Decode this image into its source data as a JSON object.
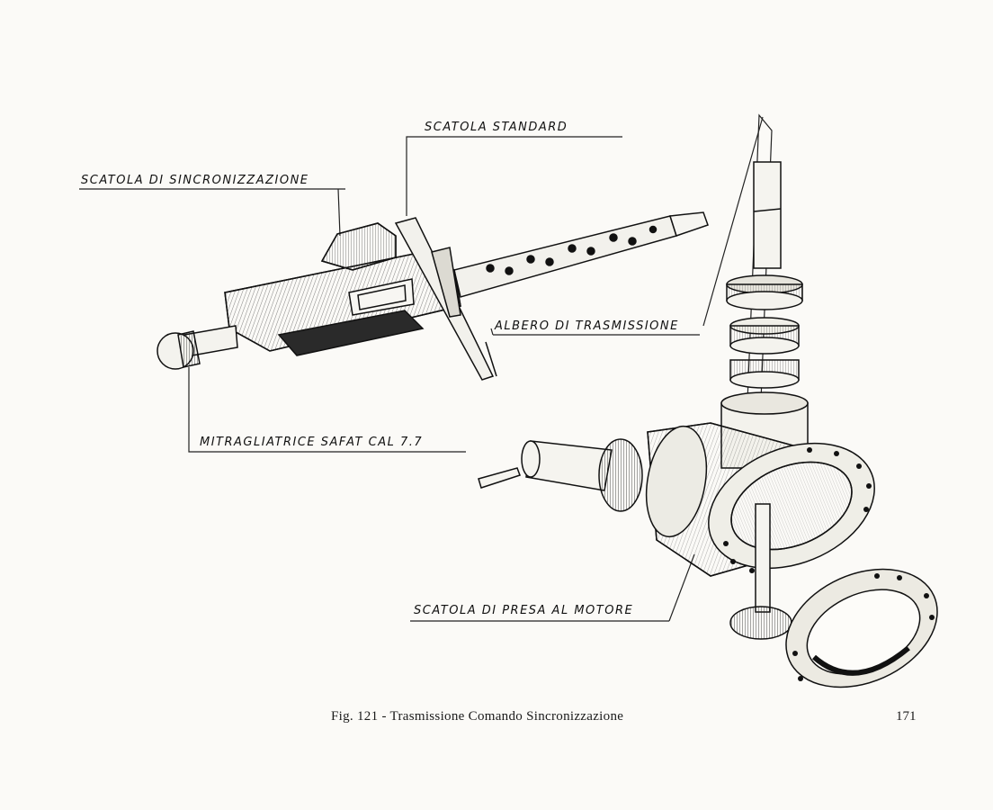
{
  "labels": {
    "scatola_standard": "SCATOLA STANDARD",
    "scatola_sincronizzazione": "SCATOLA DI SINCRONIZZAZIONE",
    "albero_trasmissione": "ALBERO DI TRASMISSIONE",
    "mitragliatrice": "MITRAGLIATRICE SAFAT CAL 7.7",
    "scatola_presa_motore": "SCATOLA DI PRESA AL MOTORE"
  },
  "caption": "Fig. 121 - Trasmissione Comando Sincronizzazione",
  "page_number": "171"
}
